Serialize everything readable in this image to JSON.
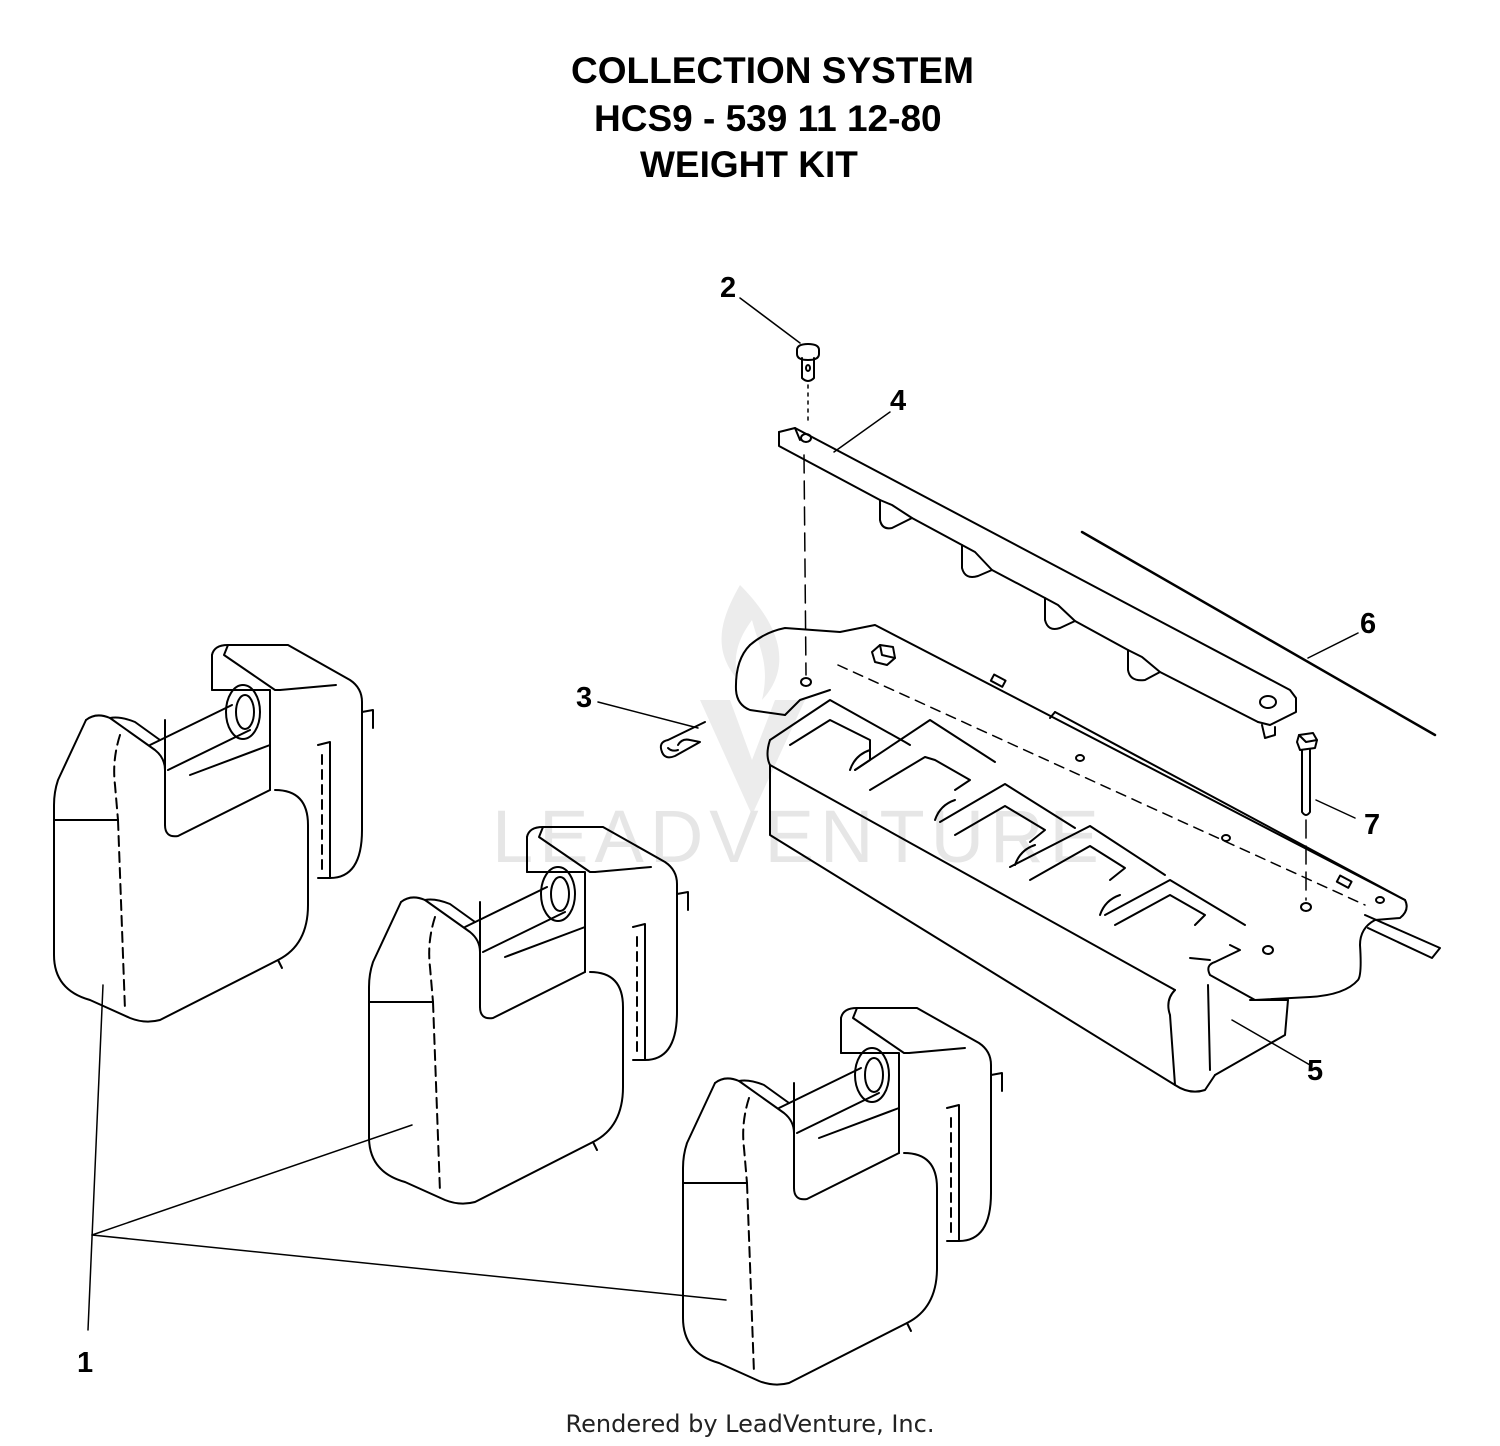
{
  "title": {
    "line1": "COLLECTION SYSTEM",
    "line2": "HCS9 - 539 11 12-80",
    "line3": "WEIGHT KIT"
  },
  "callouts": {
    "c1": "1",
    "c2": "2",
    "c3": "3",
    "c4": "4",
    "c5": "5",
    "c6": "6",
    "c7": "7"
  },
  "watermark": "LEADVENTURE",
  "footer": "Rendered by LeadVenture, Inc."
}
